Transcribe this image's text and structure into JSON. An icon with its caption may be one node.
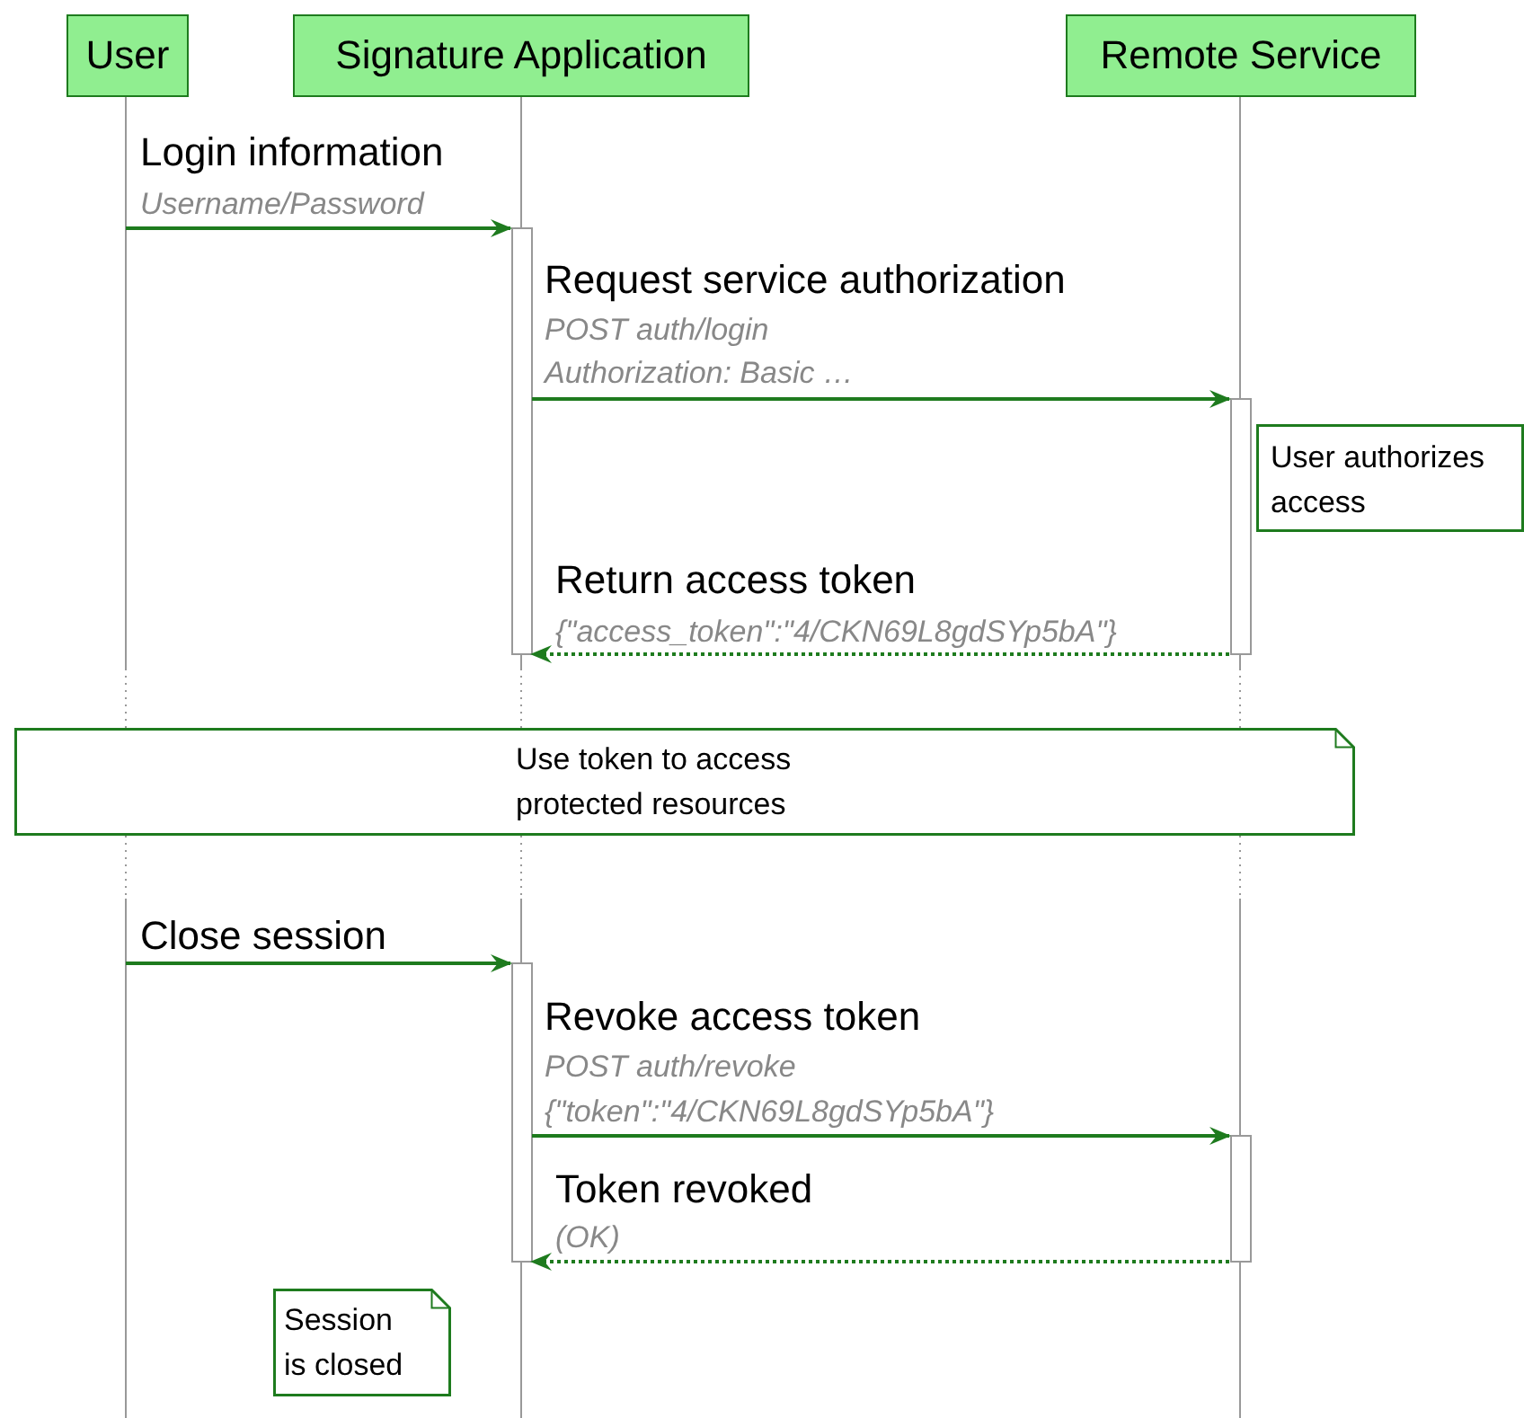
{
  "diagram": {
    "nodes": [
      {
        "text": [
          "User"
        ]
      },
      {
        "text": [
          "Signature Application"
        ]
      },
      {
        "text": [
          "Remote Service"
        ]
      },
      {
        "text": [
          "User authorizes access"
        ]
      },
      {
        "text": [
          "Use token to access protected resources"
        ]
      },
      {
        "text": [
          "Session is closed"
        ]
      }
    ],
    "edges": [
      {
        "from": 0,
        "to": 1,
        "arrow": "to",
        "label": "Login information"
      },
      {
        "from": 1,
        "to": 2,
        "arrow": "to",
        "label": "Request service authorization"
      },
      {
        "from": 2,
        "to": 1,
        "arrow": "to",
        "label": "Return access token",
        "style": "dashed"
      },
      {
        "from": 0,
        "to": 1,
        "arrow": "to",
        "label": "Close session"
      },
      {
        "from": 1,
        "to": 2,
        "arrow": "to",
        "label": "Revoke access token"
      },
      {
        "from": 2,
        "to": 1,
        "arrow": "to",
        "label": "Token revoked",
        "style": "dashed"
      }
    ],
    "labels": [
      "Username/Password",
      "POST auth/login",
      "Authorization: Basic …",
      "{\"access_token\":\"4/CKN69L8gdSYp5bA\"}",
      "POST auth/revoke",
      "{\"token\":\"4/CKN69L8gdSYp5bA\"}",
      "(OK)"
    ]
  }
}
